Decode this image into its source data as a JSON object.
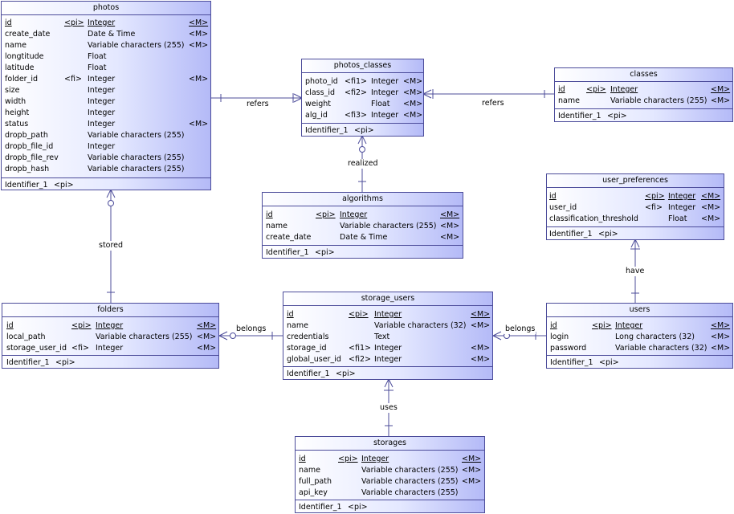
{
  "entities": {
    "photos": {
      "title": "photos",
      "rows": [
        {
          "name": "id",
          "key": "<pi>",
          "type": "Integer",
          "m": "<M>"
        },
        {
          "name": "create_date",
          "key": "",
          "type": "Date & Time",
          "m": "<M>"
        },
        {
          "name": "name",
          "key": "",
          "type": "Variable characters (255)",
          "m": "<M>"
        },
        {
          "name": "longtitude",
          "key": "",
          "type": "Float",
          "m": ""
        },
        {
          "name": "latitude",
          "key": "",
          "type": "Float",
          "m": ""
        },
        {
          "name": "folder_id",
          "key": "<fi>",
          "type": "Integer",
          "m": "<M>"
        },
        {
          "name": "size",
          "key": "",
          "type": "Integer",
          "m": ""
        },
        {
          "name": "width",
          "key": "",
          "type": "Integer",
          "m": ""
        },
        {
          "name": "height",
          "key": "",
          "type": "Integer",
          "m": ""
        },
        {
          "name": "status",
          "key": "",
          "type": "Integer",
          "m": "<M>"
        },
        {
          "name": "dropb_path",
          "key": "",
          "type": "Variable characters (255)",
          "m": ""
        },
        {
          "name": "dropb_file_id",
          "key": "",
          "type": "Integer",
          "m": ""
        },
        {
          "name": "dropb_file_rev",
          "key": "",
          "type": "Variable characters (255)",
          "m": ""
        },
        {
          "name": "dropb_hash",
          "key": "",
          "type": "Variable characters (255)",
          "m": ""
        }
      ],
      "identifier": {
        "name": "Identifier_1",
        "key": "<pi>"
      }
    },
    "photos_classes": {
      "title": "photos_classes",
      "rows": [
        {
          "name": "photo_id",
          "key": "<fi1>",
          "type": "Integer",
          "m": "<M>"
        },
        {
          "name": "class_id",
          "key": "<fi2>",
          "type": "Integer",
          "m": "<M>"
        },
        {
          "name": "weight",
          "key": "",
          "type": "Float",
          "m": "<M>"
        },
        {
          "name": "alg_id",
          "key": "<fi3>",
          "type": "Integer",
          "m": "<M>"
        }
      ],
      "identifier": {
        "name": "Identifier_1",
        "key": "<pi>"
      }
    },
    "classes": {
      "title": "classes",
      "rows": [
        {
          "name": "id",
          "key": "<pi>",
          "type": "Integer",
          "m": "<M>"
        },
        {
          "name": "name",
          "key": "",
          "type": "Variable characters (255)",
          "m": "<M>"
        }
      ],
      "identifier": {
        "name": "Identifier_1",
        "key": "<pi>"
      }
    },
    "algorithms": {
      "title": "algorithms",
      "rows": [
        {
          "name": "id",
          "key": "<pi>",
          "type": "Integer",
          "m": "<M>"
        },
        {
          "name": "name",
          "key": "",
          "type": "Variable characters (255)",
          "m": "<M>"
        },
        {
          "name": "create_date",
          "key": "",
          "type": "Date & Time",
          "m": "<M>"
        }
      ],
      "identifier": {
        "name": "Identifier_1",
        "key": "<pi>"
      }
    },
    "user_preferences": {
      "title": "user_preferences",
      "rows": [
        {
          "name": "id",
          "key": "<pi>",
          "type": "Integer",
          "m": "<M>"
        },
        {
          "name": "user_id",
          "key": "<fi>",
          "type": "Integer",
          "m": "<M>"
        },
        {
          "name": "classification_threshold",
          "key": "",
          "type": "Float",
          "m": "<M>"
        }
      ],
      "identifier": {
        "name": "Identifier_1",
        "key": "<pi>"
      }
    },
    "folders": {
      "title": "folders",
      "rows": [
        {
          "name": "id",
          "key": "<pi>",
          "type": "Integer",
          "m": "<M>"
        },
        {
          "name": "local_path",
          "key": "",
          "type": "Variable characters (255)",
          "m": "<M>"
        },
        {
          "name": "storage_user_id",
          "key": "<fi>",
          "type": "Integer",
          "m": "<M>"
        }
      ],
      "identifier": {
        "name": "Identifier_1",
        "key": "<pi>"
      }
    },
    "storage_users": {
      "title": "storage_users",
      "rows": [
        {
          "name": "id",
          "key": "<pi>",
          "type": "Integer",
          "m": "<M>"
        },
        {
          "name": "name",
          "key": "",
          "type": "Variable characters (32)",
          "m": "<M>"
        },
        {
          "name": "credentials",
          "key": "",
          "type": "Text",
          "m": ""
        },
        {
          "name": "storage_id",
          "key": "<fi1>",
          "type": "Integer",
          "m": "<M>"
        },
        {
          "name": "global_user_id",
          "key": "<fi2>",
          "type": "Integer",
          "m": "<M>"
        }
      ],
      "identifier": {
        "name": "Identifier_1",
        "key": "<pi>"
      }
    },
    "users": {
      "title": "users",
      "rows": [
        {
          "name": "id",
          "key": "<pi>",
          "type": "Integer",
          "m": "<M>"
        },
        {
          "name": "login",
          "key": "",
          "type": "Long characters (32)",
          "m": "<M>"
        },
        {
          "name": "password",
          "key": "",
          "type": "Variable characters (32)",
          "m": "<M>"
        }
      ],
      "identifier": {
        "name": "Identifier_1",
        "key": "<pi>"
      }
    },
    "storages": {
      "title": "storages",
      "rows": [
        {
          "name": "id",
          "key": "<pi>",
          "type": "Integer",
          "m": "<M>"
        },
        {
          "name": "name",
          "key": "",
          "type": "Variable characters (255)",
          "m": "<M>"
        },
        {
          "name": "full_path",
          "key": "",
          "type": "Variable characters (255)",
          "m": "<M>"
        },
        {
          "name": "api_key",
          "key": "",
          "type": "Variable characters (255)",
          "m": ""
        }
      ],
      "identifier": {
        "name": "Identifier_1",
        "key": "<pi>"
      }
    }
  },
  "relationships": {
    "refers_left": "refers",
    "refers_right": "refers",
    "realized": "realized",
    "stored": "stored",
    "have": "have",
    "belongs_left": "belongs",
    "belongs_right": "belongs",
    "uses": "uses"
  },
  "colors": {
    "line": "#4c4c9a",
    "fill_light": "#ffffff",
    "fill_dark": "#b4baf7"
  }
}
